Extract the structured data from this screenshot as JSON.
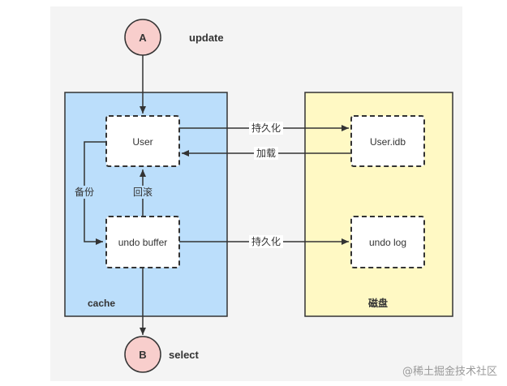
{
  "nodes": {
    "a_label": "A",
    "b_label": "B",
    "user": "User",
    "undo_buffer": "undo buffer",
    "user_idb": "User.idb",
    "undo_log": "undo log"
  },
  "labels": {
    "update": "update",
    "select": "select",
    "cache": "cache",
    "disk": "磁盘",
    "persist_1": "持久化",
    "load": "加载",
    "backup": "备份",
    "rollback": "回滚",
    "persist_2": "持久化"
  },
  "watermark": "@稀土掘金技术社区",
  "colors": {
    "cache_fill": "#bbdefb",
    "disk_fill": "#fff9c4",
    "circle_fill": "#f8cecc",
    "stroke": "#333333"
  }
}
